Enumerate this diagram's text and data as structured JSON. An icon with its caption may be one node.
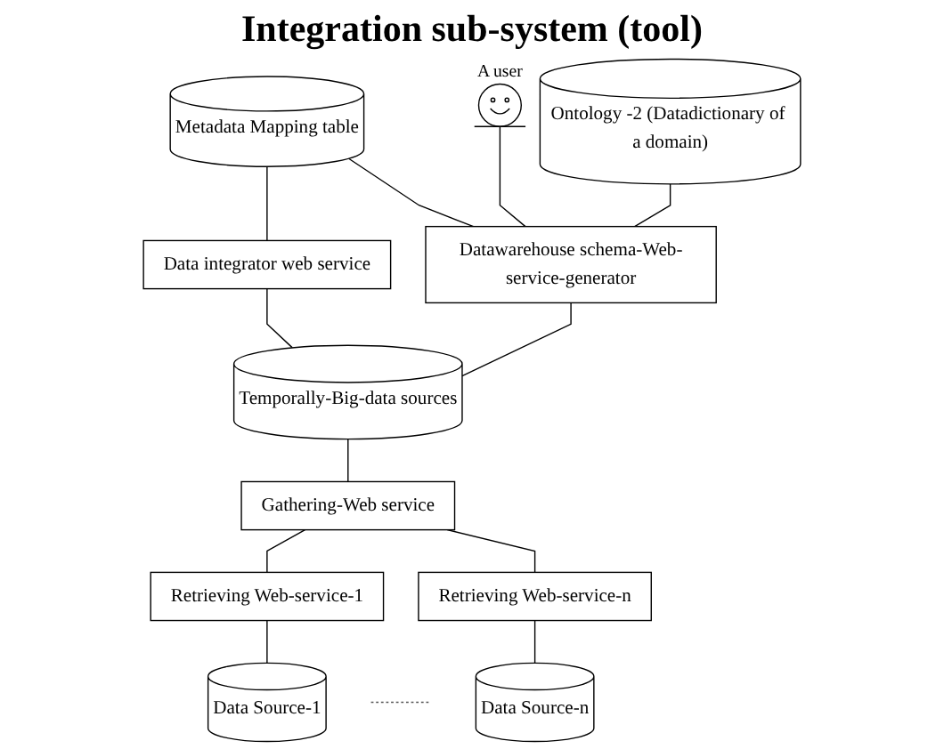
{
  "diagram": {
    "title": "Integration sub-system (tool)",
    "nodes": [
      {
        "text": [],
        "shape": "person",
        "beside": [
          "A user"
        ]
      },
      {
        "text": [
          "Data integrator web service"
        ]
      },
      {
        "text": [
          "Metadata Mapping table"
        ]
      },
      {
        "text": [
          "Datawarehouse schema-Web-service-generator"
        ]
      },
      {
        "text": [
          "Ontology -2 (Datadictionary of a domain)"
        ]
      },
      {
        "text": [
          "Temporally-Big-data sources"
        ]
      },
      {
        "text": [
          "Gathering-Web service"
        ]
      },
      {
        "text": [
          "Retrieving Web-service-1"
        ]
      },
      {
        "text": [
          "Data Source-1"
        ]
      },
      {
        "text": [
          "Retrieving Web-service-n"
        ]
      },
      {
        "text": [
          "Data Source-n"
        ]
      }
    ],
    "edges": [
      {
        "from": 0,
        "to": 3,
        "arrow": "none"
      },
      {
        "from": 2,
        "to": 1,
        "arrow": "none"
      },
      {
        "from": 2,
        "to": 3,
        "arrow": "none"
      },
      {
        "from": 4,
        "to": 3,
        "arrow": "none"
      },
      {
        "from": 1,
        "to": 5,
        "arrow": "none"
      },
      {
        "from": 3,
        "to": 5,
        "arrow": "none"
      },
      {
        "from": 5,
        "to": 6,
        "arrow": "none"
      },
      {
        "from": 6,
        "to": 7,
        "arrow": "none"
      },
      {
        "from": 6,
        "to": 9,
        "arrow": "none"
      },
      {
        "from": 7,
        "to": 8,
        "arrow": "none"
      },
      {
        "from": 9,
        "to": 10,
        "arrow": "none"
      }
    ]
  }
}
